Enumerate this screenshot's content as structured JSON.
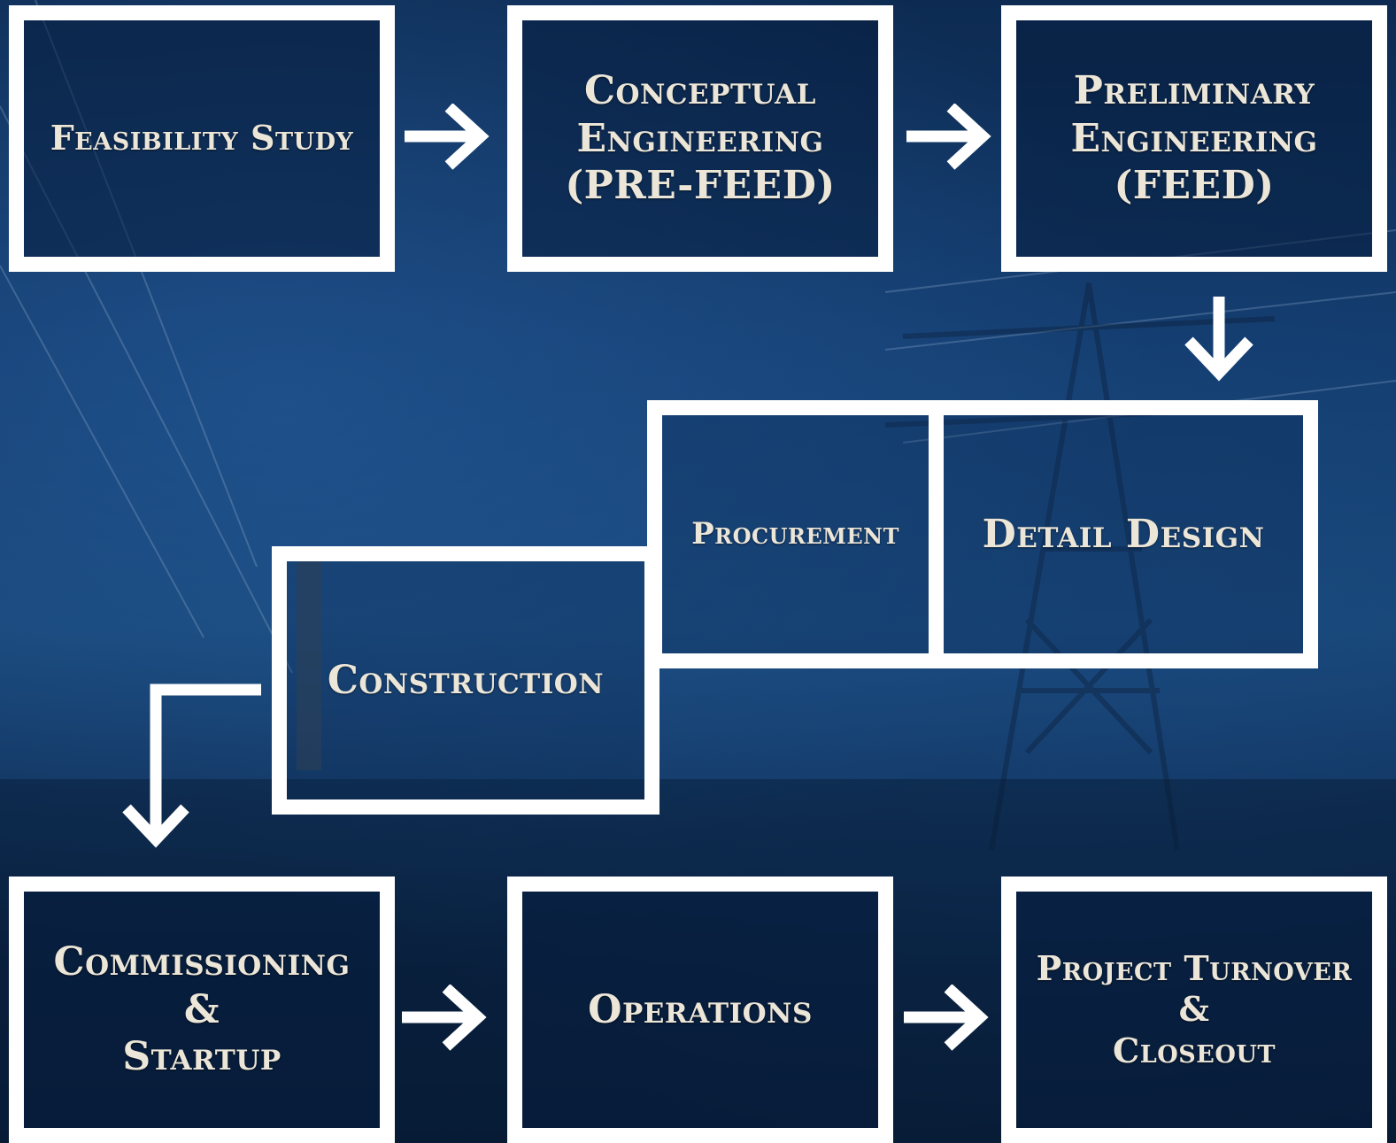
{
  "steps": {
    "feasibility": "Feasibility Study",
    "conceptual": "Conceptual\nEngineering\n(PRE-FEED)",
    "preliminary": "Preliminary\nEngineering\n(FEED)",
    "procurement": "Procurement",
    "detail_design": "Detail Design",
    "construction": "Construction",
    "commissioning": "Commissioning\n&\nStartup",
    "operations": "Operations",
    "turnover": "Project Turnover\n&\nCloseout"
  },
  "colors": {
    "box_border": "#ffffff",
    "label_text": "#ece6d8",
    "background_dark": "#0d2b52",
    "background_mid": "#174575"
  },
  "icons": {
    "flow_arrow": "arrow-icon",
    "scene": "power-transmission-tower-scene"
  }
}
